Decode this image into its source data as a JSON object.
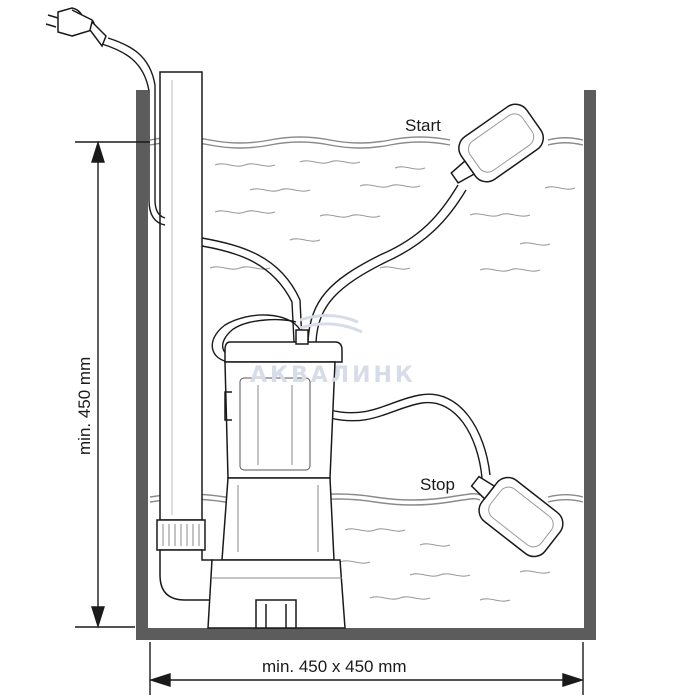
{
  "labels": {
    "start": "Start",
    "stop": "Stop",
    "min_height": "min. 450 mm",
    "min_base": "min. 450 x 450 mm"
  },
  "watermark": {
    "text": "АКВАЛИНК"
  },
  "colors": {
    "line": "#1a1a1a",
    "tank_wall": "#5c5c5c",
    "water": "#8a8a8a",
    "watermark": "#d6dde8"
  }
}
